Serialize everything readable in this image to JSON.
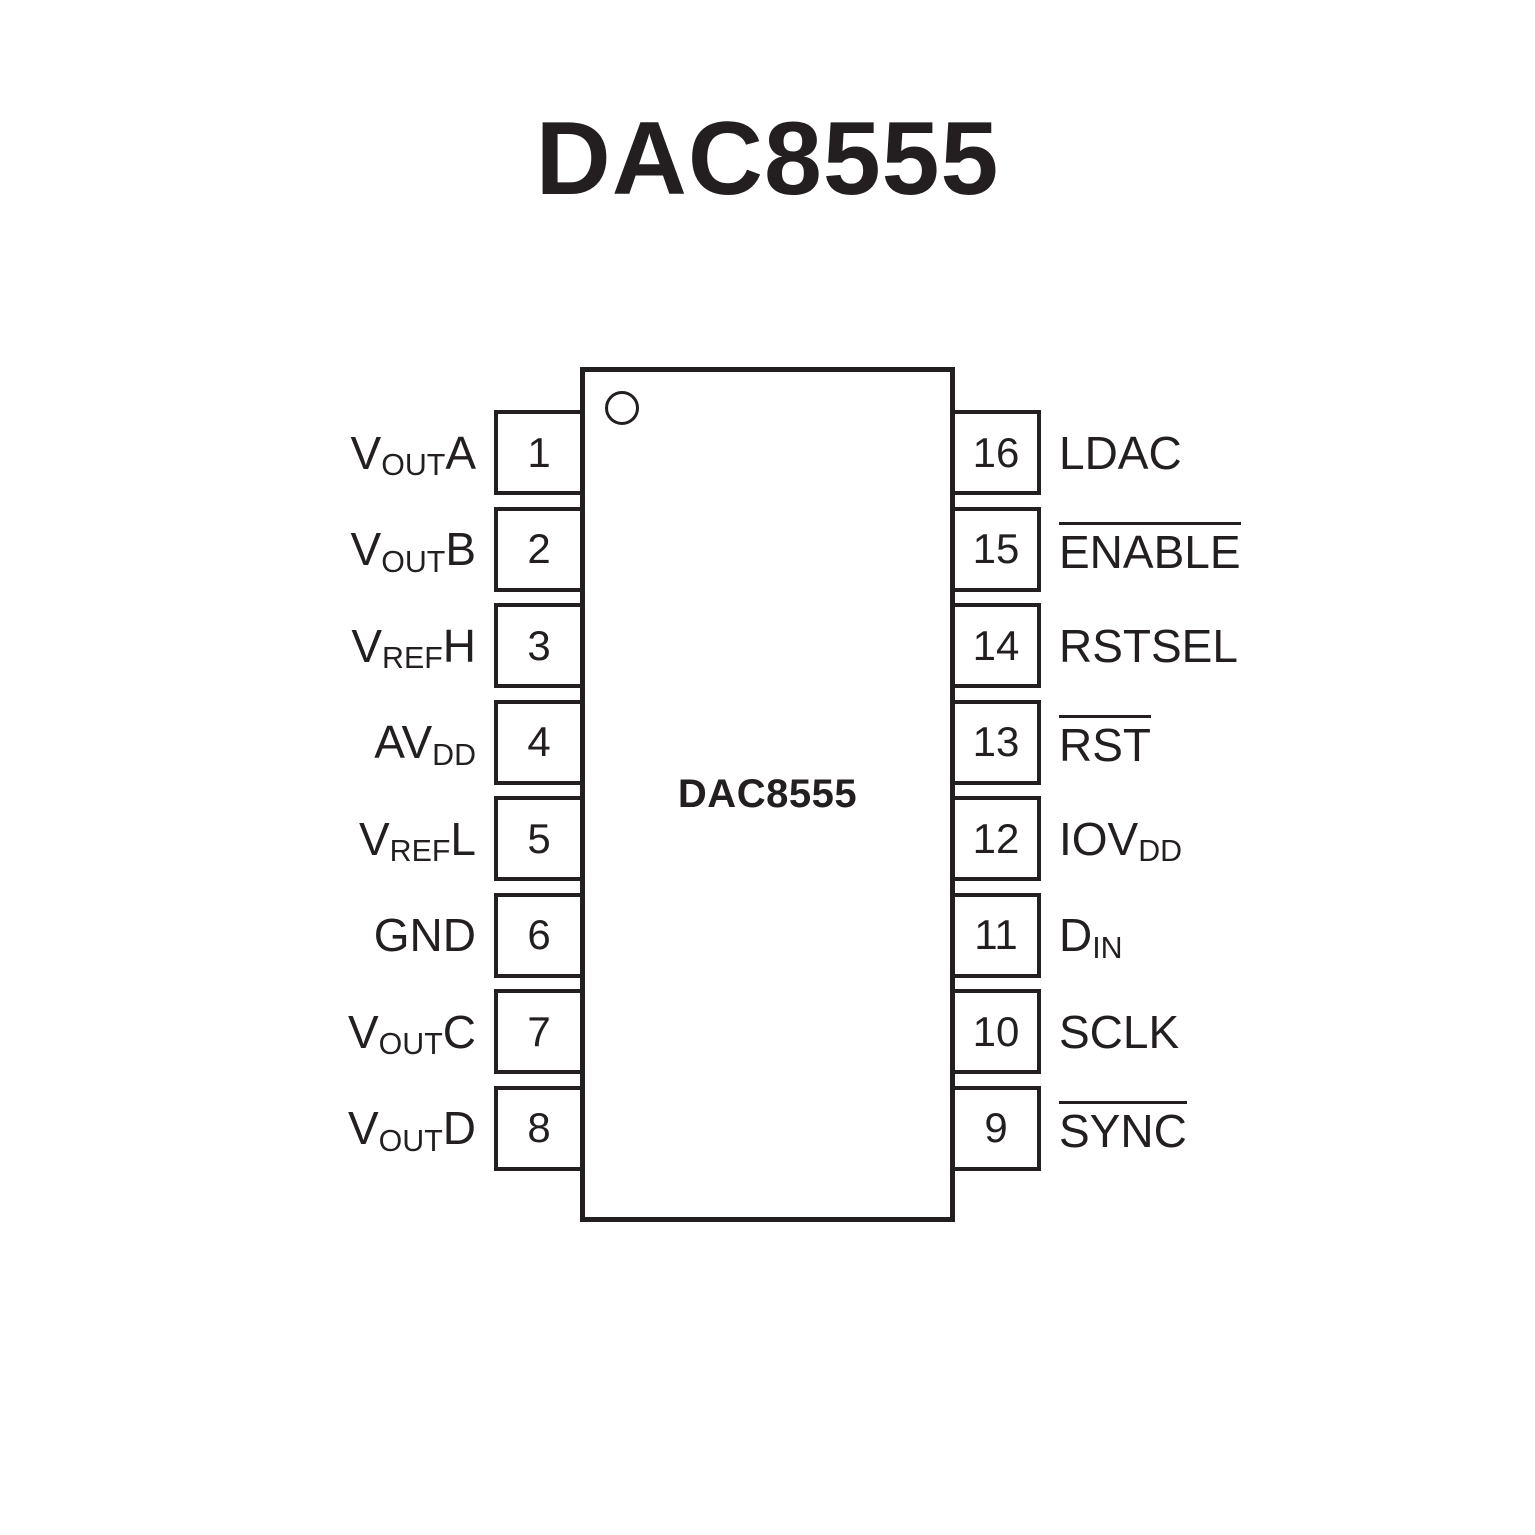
{
  "title": "DAC8555",
  "chip": {
    "label": "DAC8555"
  },
  "colors": {
    "ink": "#231f20",
    "background": "#ffffff"
  },
  "left_pins": [
    {
      "number": "1",
      "pre": "V",
      "sub": "OUT",
      "post": "A",
      "cls": "",
      "overline": false
    },
    {
      "number": "2",
      "pre": "V",
      "sub": "OUT",
      "post": "B",
      "cls": "",
      "overline": false
    },
    {
      "number": "3",
      "pre": "V",
      "sub": "REF",
      "post": "H",
      "cls": "",
      "overline": false
    },
    {
      "number": "4",
      "pre": "AV",
      "sub": "DD",
      "post": "",
      "cls": "",
      "overline": false
    },
    {
      "number": "5",
      "pre": "V",
      "sub": "REF",
      "post": "L",
      "cls": "",
      "overline": false
    },
    {
      "number": "6",
      "pre": "GND",
      "sub": "",
      "post": "",
      "cls": "",
      "overline": false
    },
    {
      "number": "7",
      "pre": "V",
      "sub": "OUT",
      "post": "C",
      "cls": "",
      "overline": false
    },
    {
      "number": "8",
      "pre": "V",
      "sub": "OUT",
      "post": "D",
      "cls": "",
      "overline": false
    }
  ],
  "right_pins": [
    {
      "number": "16",
      "pre": "LDAC",
      "sub": "",
      "post": "",
      "cls": "",
      "overline": false
    },
    {
      "number": "15",
      "pre": "ENABLE",
      "sub": "",
      "post": "",
      "cls": "ovl",
      "overline": true
    },
    {
      "number": "14",
      "pre": "RSTSEL",
      "sub": "",
      "post": "",
      "cls": "",
      "overline": false
    },
    {
      "number": "13",
      "pre": "RST",
      "sub": "",
      "post": "",
      "cls": "ovl",
      "overline": true
    },
    {
      "number": "12",
      "pre": "IOV",
      "sub": "DD",
      "post": "",
      "cls": "",
      "overline": false
    },
    {
      "number": "11",
      "pre": "D",
      "sub": "IN",
      "post": "",
      "cls": "",
      "overline": false
    },
    {
      "number": "10",
      "pre": "SCLK",
      "sub": "",
      "post": "",
      "cls": "",
      "overline": false
    },
    {
      "number": "9",
      "pre": "SYNC",
      "sub": "",
      "post": "",
      "cls": "ovl",
      "overline": true
    }
  ]
}
